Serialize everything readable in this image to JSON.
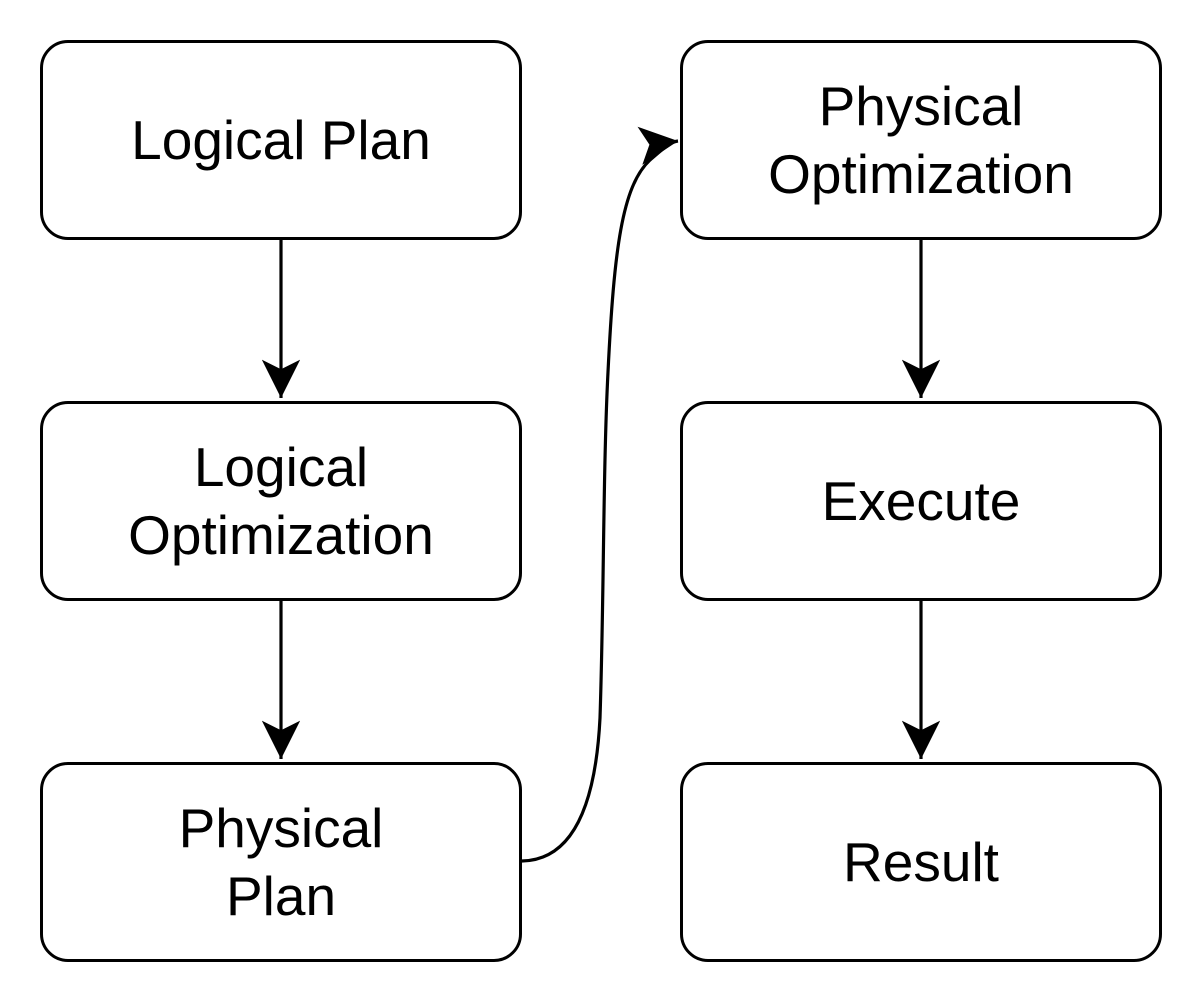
{
  "diagram": {
    "type": "flowchart",
    "background_color": "#ffffff",
    "node_fill_color": "#ffffff",
    "line_color": "#000000",
    "text_color": "#000000",
    "nodes": [
      {
        "id": "logical-plan",
        "label": "Logical Plan"
      },
      {
        "id": "logical-optimization",
        "label": "Logical\nOptimization"
      },
      {
        "id": "physical-plan",
        "label": "Physical\nPlan"
      },
      {
        "id": "physical-optimization",
        "label": "Physical\nOptimization"
      },
      {
        "id": "execute",
        "label": "Execute"
      },
      {
        "id": "result",
        "label": "Result"
      }
    ],
    "edges": [
      {
        "from": "logical-plan",
        "to": "logical-optimization",
        "style": "straight-arrow-down"
      },
      {
        "from": "logical-optimization",
        "to": "physical-plan",
        "style": "straight-arrow-down"
      },
      {
        "from": "physical-plan",
        "to": "physical-optimization",
        "style": "curved-arrow-right-up"
      },
      {
        "from": "physical-optimization",
        "to": "execute",
        "style": "straight-arrow-down"
      },
      {
        "from": "execute",
        "to": "result",
        "style": "straight-arrow-down"
      }
    ]
  }
}
